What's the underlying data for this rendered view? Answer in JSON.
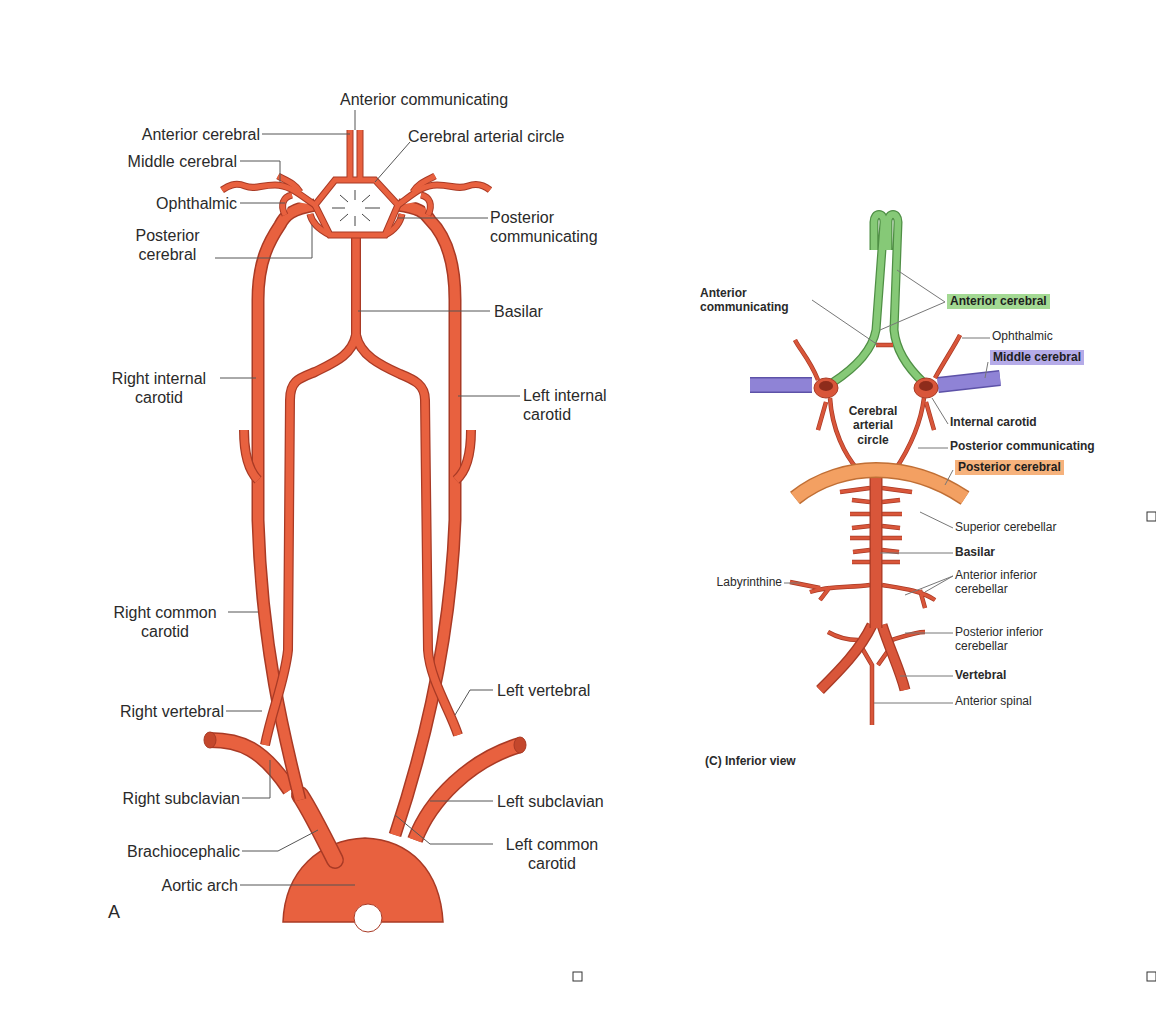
{
  "diagram": {
    "nodes": [
      {
        "text": [
          "Anterior cerebral"
        ]
      },
      {
        "text": [
          "Middle cerebral"
        ]
      },
      {
        "text": [
          "Posterior cerebral"
        ]
      }
    ],
    "labels": [
      "Anterior communicating",
      "Anterior cerebral",
      "Cerebral arterial circle",
      "Middle cerebral",
      "Ophthalmic",
      "Posterior communicating",
      "Posterior cerebral",
      "Basilar",
      "Right internal carotid",
      "Left internal carotid",
      "Right common carotid",
      "Left vertebral",
      "Right vertebral",
      "Right subclavian",
      "Left subclavian",
      "Brachiocephalic",
      "Left common carotid",
      "Aortic arch",
      "A",
      "Anterior communicating",
      "Ophthalmic",
      "Cerebral arterial circle",
      "Internal carotid",
      "Posterior communicating",
      "Superior cerebellar",
      "Basilar",
      "Labyrinthine",
      "Anterior inferior cerebellar",
      "Posterior inferior cerebellar",
      "Vertebral",
      "Anterior spinal",
      "(C) Inferior view"
    ]
  }
}
